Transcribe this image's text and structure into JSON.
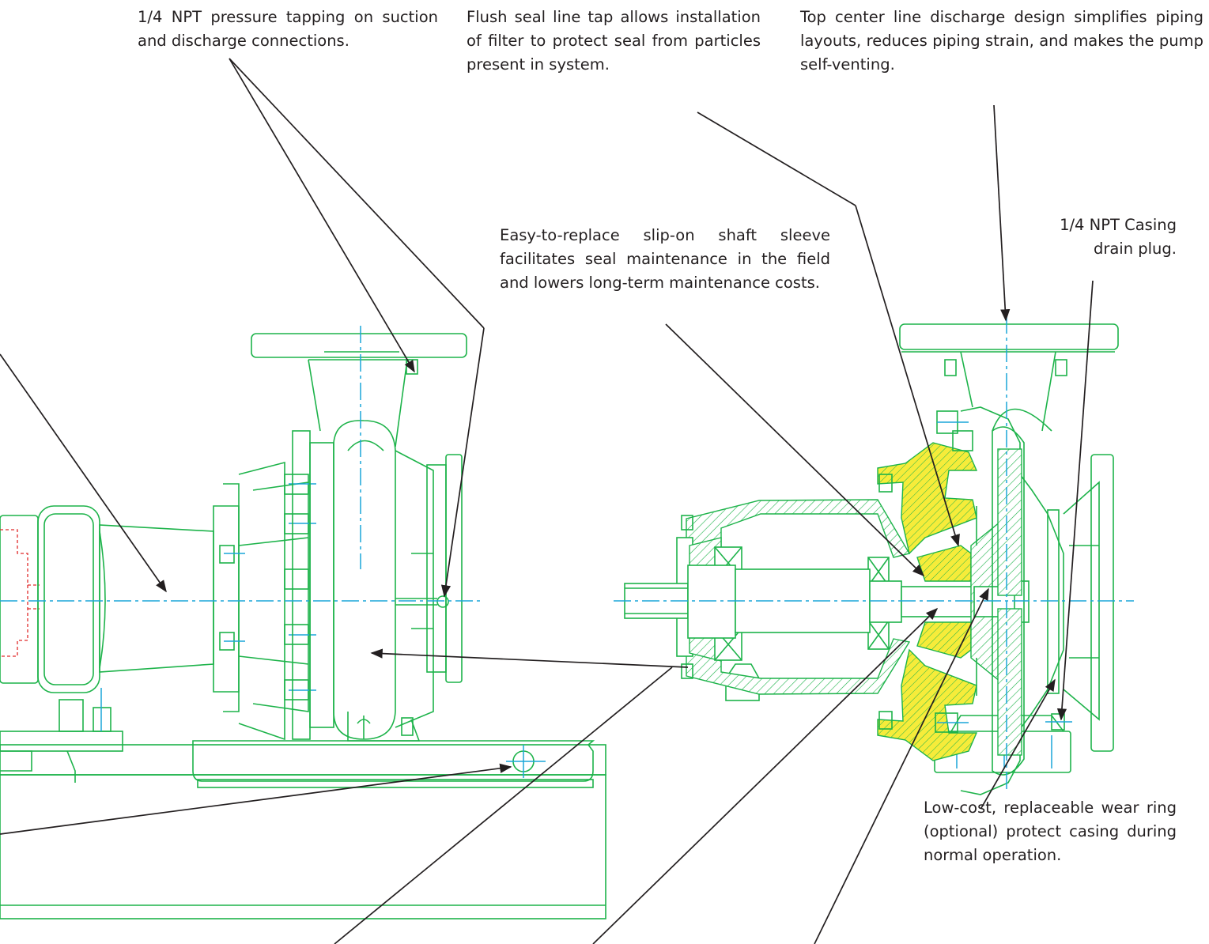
{
  "callouts": {
    "pressure_tapping": "1/4 NPT pressure tapping on suction and discharge connections.",
    "flush_seal": "Flush seal line tap allows installation of filter to protect seal from particles present in system.",
    "top_discharge": "Top center line discharge design simplifies piping layouts, reduces piping strain, and makes the pump self-venting.",
    "shaft_sleeve": "Easy-to-replace slip-on shaft sleeve facilitates seal maintenance in the field and lowers long-term maintenance costs.",
    "drain_plug": "1/4 NPT Casing drain plug.",
    "wear_ring": "Low-cost, replaceable wear ring (optional) protect casing during normal operation."
  },
  "colors": {
    "outline": "#1db34a",
    "centerline": "#1aa6d9",
    "highlight": "#f2e600",
    "hidden": "#e02a2a",
    "text": "#231f20"
  }
}
